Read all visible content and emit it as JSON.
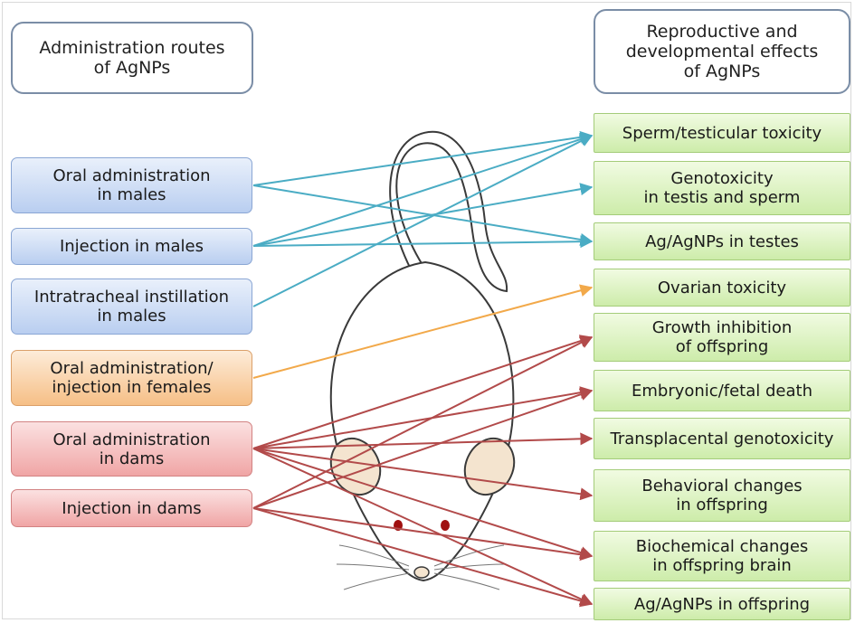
{
  "headers": {
    "left": "Administration routes\nof AgNPs",
    "right": "Reproductive and\ndevelopmental effects\nof AgNPs"
  },
  "routes": [
    "Oral administration\nin males",
    "Injection in males",
    "Intratracheal instillation\nin males",
    "Oral administration/\ninjection in females",
    "Oral administration\nin dams",
    "Injection in dams"
  ],
  "effects": [
    "Sperm/testicular toxicity",
    "Genotoxicity\nin testis and sperm",
    "Ag/AgNPs  in testes",
    "Ovarian toxicity",
    "Growth inhibition\nof offspring",
    "Embryonic/fetal death",
    "Transplacental genotoxicity",
    "Behavioral changes\nin offspring",
    "Biochemical changes\nin offspring brain",
    "Ag/AgNPs in offspring"
  ],
  "colors": {
    "male_arrow": "#4aacc4",
    "female_arrow": "#f2a94a",
    "dam_arrow": "#b24a4a",
    "rat_body": "#ffffff",
    "rat_outline": "#3a3a3a",
    "rat_ear": "#f4e4cf",
    "rat_eye": "#a01010"
  },
  "connections": [
    {
      "from": 0,
      "to": 0,
      "color": "male_arrow"
    },
    {
      "from": 0,
      "to": 2,
      "color": "male_arrow"
    },
    {
      "from": 1,
      "to": 0,
      "color": "male_arrow"
    },
    {
      "from": 1,
      "to": 1,
      "color": "male_arrow"
    },
    {
      "from": 1,
      "to": 2,
      "color": "male_arrow"
    },
    {
      "from": 2,
      "to": 0,
      "color": "male_arrow"
    },
    {
      "from": 3,
      "to": 3,
      "color": "female_arrow"
    },
    {
      "from": 4,
      "to": 4,
      "color": "dam_arrow"
    },
    {
      "from": 4,
      "to": 5,
      "color": "dam_arrow"
    },
    {
      "from": 4,
      "to": 6,
      "color": "dam_arrow"
    },
    {
      "from": 4,
      "to": 7,
      "color": "dam_arrow"
    },
    {
      "from": 4,
      "to": 8,
      "color": "dam_arrow"
    },
    {
      "from": 4,
      "to": 9,
      "color": "dam_arrow"
    },
    {
      "from": 5,
      "to": 4,
      "color": "dam_arrow"
    },
    {
      "from": 5,
      "to": 5,
      "color": "dam_arrow"
    },
    {
      "from": 5,
      "to": 8,
      "color": "dam_arrow"
    },
    {
      "from": 5,
      "to": 9,
      "color": "dam_arrow"
    }
  ]
}
